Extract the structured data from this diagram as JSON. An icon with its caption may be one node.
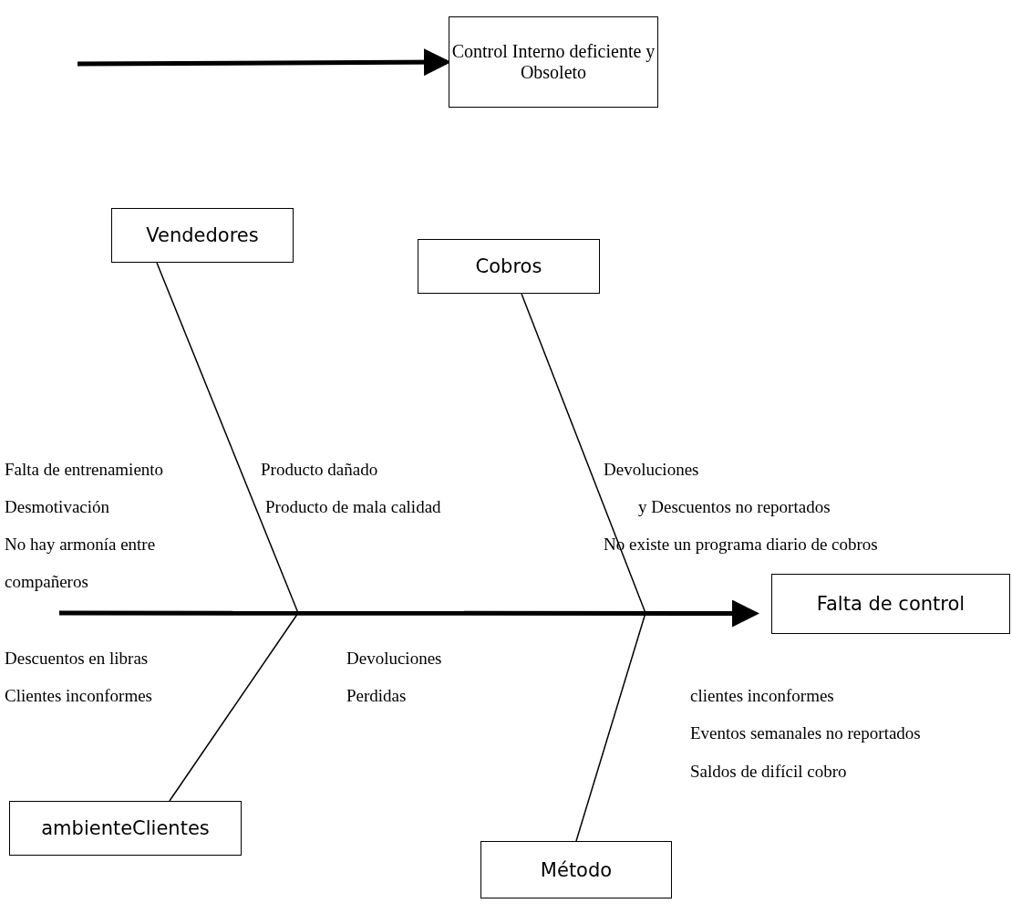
{
  "diagram": {
    "nodes": [
      {
        "text": [
          "Control Interno deficiente y Obsoleto"
        ]
      },
      {
        "text": [
          "Vendedores"
        ]
      },
      {
        "text": [
          "Cobros"
        ]
      },
      {
        "text": [
          "Falta de control"
        ]
      },
      {
        "text": [
          "ambienteClientes"
        ]
      },
      {
        "text": [
          "Método"
        ]
      }
    ],
    "edges": [
      {
        "from": null,
        "to": 0,
        "arrow": "to",
        "style": "thick"
      },
      {
        "from": null,
        "to": 3,
        "arrow": "to",
        "style": "thick"
      },
      {
        "from": 1,
        "to": null,
        "arrow": "none"
      },
      {
        "from": 2,
        "to": null,
        "arrow": "none"
      },
      {
        "from": 4,
        "to": null,
        "arrow": "none"
      },
      {
        "from": 5,
        "to": null,
        "arrow": "none"
      }
    ],
    "labels": [
      "Falta de entrenamiento",
      "Producto dañado",
      "Devoluciones",
      "Desmotivación",
      "Producto de mala calidad",
      "y Descuentos no reportados",
      "No hay armonía entre compañeros",
      "No existe un programa diario de cobros",
      "Descuentos en libras",
      "Devoluciones",
      "Clientes inconformes",
      "Perdidas",
      "clientes inconformes",
      "Eventos semanales no reportados",
      "Saldos de difícil cobro"
    ]
  }
}
